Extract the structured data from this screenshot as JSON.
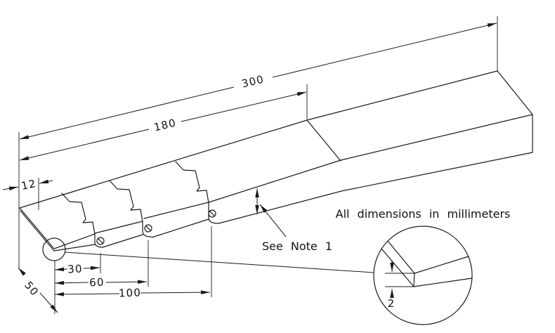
{
  "meta": {
    "type": "engineering-drawing",
    "subject": "stepped calibration wedge, isometric view with magnified tip detail",
    "background_color": "#ffffff",
    "line_color": "#1a1a1a"
  },
  "notes": {
    "units": "All dimensions in millimeters",
    "callout": "See Note 1"
  },
  "dimensions": {
    "overall_length": "300",
    "length_to_last_joint": "180",
    "tip_step": "12",
    "segment_1": "30",
    "segment_2": "60",
    "segment_3": "100",
    "width": "50",
    "tip_thickness": "2"
  }
}
